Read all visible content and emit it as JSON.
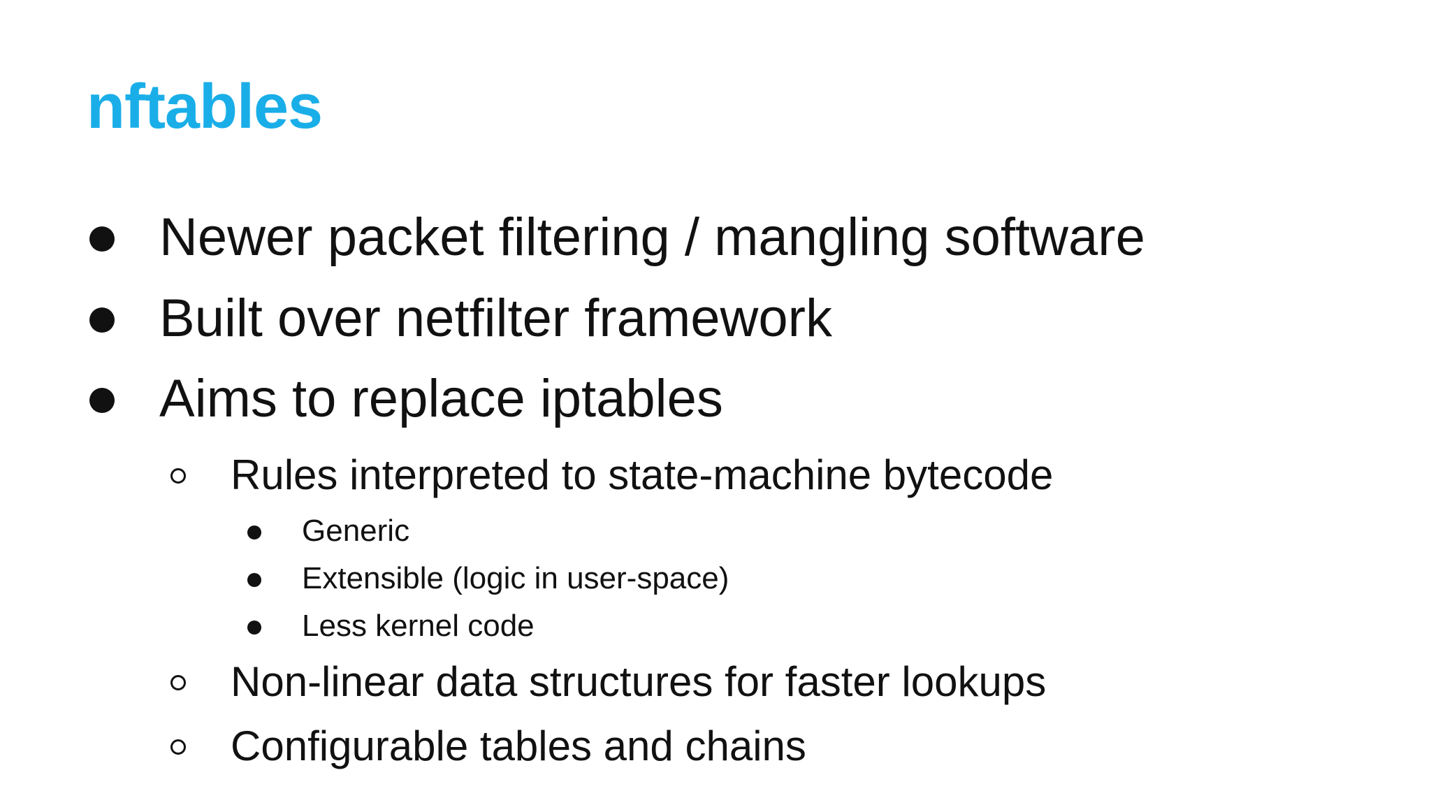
{
  "slide": {
    "title": "nftables",
    "title_color": "#1aaee8",
    "bullets": [
      {
        "level": 1,
        "text": "Newer packet filtering / mangling software"
      },
      {
        "level": 1,
        "text": "Built over netfilter framework"
      },
      {
        "level": 1,
        "text": "Aims to replace iptables"
      },
      {
        "level": 2,
        "text": "Rules interpreted to state-machine bytecode"
      },
      {
        "level": 3,
        "text": "Generic"
      },
      {
        "level": 3,
        "text": "Extensible (logic in user-space)"
      },
      {
        "level": 3,
        "text": "Less kernel code"
      },
      {
        "level": 2,
        "text": "Non-linear data structures for faster lookups"
      },
      {
        "level": 2,
        "text": "Configurable tables and chains"
      }
    ]
  }
}
